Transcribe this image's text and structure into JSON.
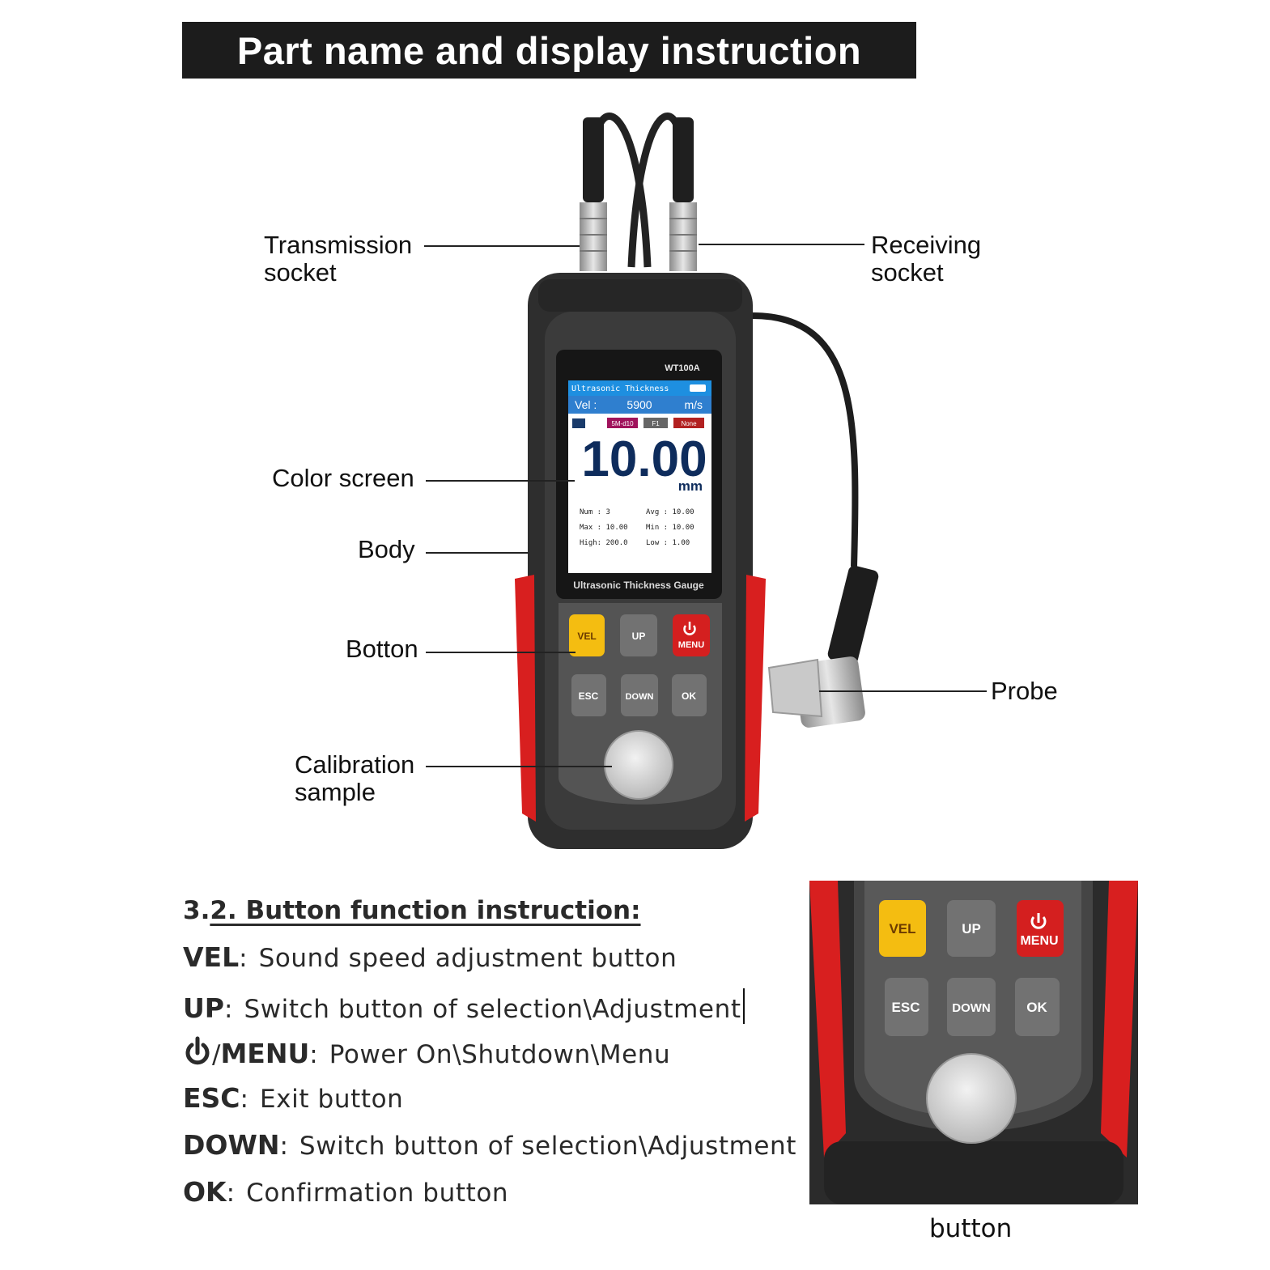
{
  "header": {
    "title": "Part name and display instruction"
  },
  "callouts": {
    "transmission": [
      "Transmission",
      "socket"
    ],
    "receiving": [
      "Receiving",
      "socket"
    ],
    "color_screen": "Color screen",
    "body": "Body",
    "button": "Botton",
    "calibration": [
      "Calibration",
      "sample"
    ],
    "probe": "Probe"
  },
  "device": {
    "model": "WT100A",
    "footer_label": "Ultrasonic Thickness Gauge",
    "screen": {
      "title": "Ultrasonic Thickness",
      "vel_label": "Vel :",
      "vel_value": "5900",
      "vel_unit": "m/s",
      "tags": [
        "5M-d10",
        "F1",
        "None"
      ],
      "reading": "10.00",
      "reading_unit": "mm",
      "stats": [
        [
          "Num : 3",
          "Avg : 10.00"
        ],
        [
          "Max : 10.00",
          "Min : 10.00"
        ],
        [
          "High: 200.0",
          "Low : 1.00"
        ]
      ]
    },
    "keys": {
      "vel": "VEL",
      "up": "UP",
      "menu": "MENU",
      "esc": "ESC",
      "down": "DOWN",
      "ok": "OK"
    }
  },
  "functions": {
    "heading_prefix": "3.",
    "heading_underlined": "2. Button function instruction:",
    "items": [
      {
        "key": "VEL",
        "sep": ":",
        "desc": "Sound speed adjustment button"
      },
      {
        "key": "UP",
        "sep": ":",
        "desc": "Switch button of selection\\Adjustment"
      },
      {
        "key": "MENU",
        "prefix": "/",
        "sep": ":",
        "desc": "Power On\\Shutdown\\Menu"
      },
      {
        "key": "ESC",
        "sep": ":",
        "desc": "Exit button"
      },
      {
        "key": "DOWN",
        "sep": ":",
        "desc": "Switch button of selection\\Adjustment"
      },
      {
        "key": "OK",
        "sep": ":",
        "desc": "Confirmation button"
      }
    ]
  },
  "inset_caption": "button",
  "colors": {
    "accent_red": "#d81f1f",
    "key_yellow": "#f4bd11",
    "body_dark": "#2b2b2b",
    "screen_blue": "#1e8fe0"
  }
}
